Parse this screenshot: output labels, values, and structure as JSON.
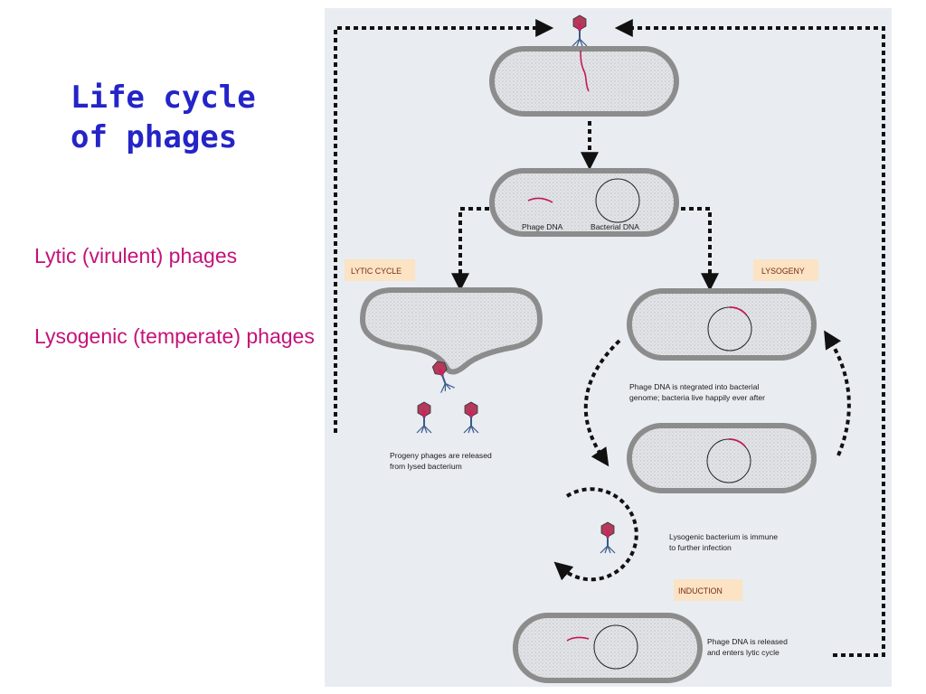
{
  "slide": {
    "title_line1": "Life cycle",
    "title_line2": "of phages",
    "bullets": [
      "Lytic (virulent) phages",
      "Lysogenic (temperate) phages"
    ]
  },
  "figure": {
    "labels": {
      "phage_dna": "Phage DNA",
      "bacterial_dna": "Bacterial DNA",
      "lytic_cycle": "LYTIC CYCLE",
      "lysogeny": "LYSOGENY",
      "induction": "INDUCTION",
      "integrated_line1": "Phage DNA is  ntegrated into bacterial",
      "integrated_line2": "genome; bacteria live happily ever after",
      "progeny_line1": "Progeny phages are released",
      "progeny_line2": "from lysed bacterium",
      "immune_line1": "Lysogenic bacterium is immune",
      "immune_line2": "to further infection",
      "released_line1": "Phage DNA is released",
      "released_line2": "and enters lytic cycle"
    },
    "colors": {
      "title": "#2424c8",
      "bullets": "#c4127a",
      "panel_bg": "#e8ebf0",
      "cell_outline": "#8e8e8e",
      "cell_fill": "#d9dbdf",
      "phage_dna": "#c2185b",
      "tag_bg": "#fbe3c4",
      "arrow": "#111111"
    }
  }
}
